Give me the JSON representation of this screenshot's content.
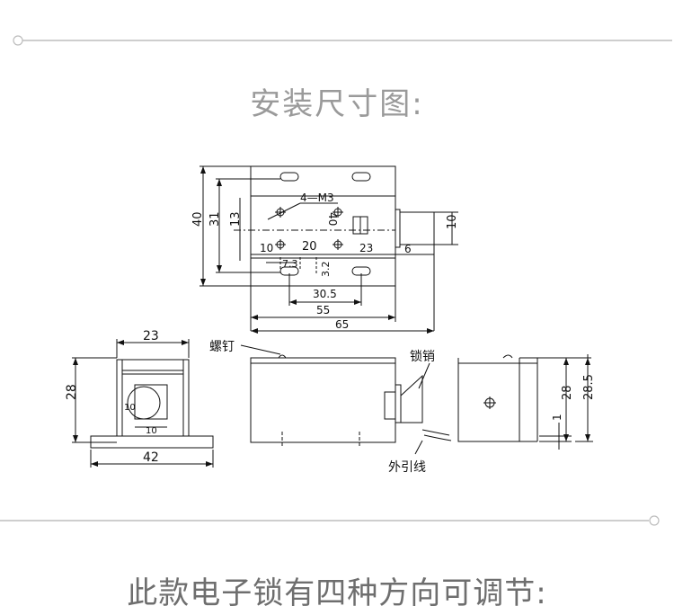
{
  "headings": {
    "install_title": "安装尺寸图:",
    "direction_title": "此款电子锁有四种方向可调节:"
  },
  "top_view": {
    "dims": {
      "h40": "40",
      "h31": "31",
      "h13": "13",
      "w10": "10",
      "w20": "20",
      "w23": "23",
      "w6": "6",
      "h10": "10",
      "w7_3": "7.3",
      "h3_2": "3.2",
      "w30_5": "30.5",
      "w55": "55",
      "w65": "65"
    },
    "notes": {
      "m3": "4—M3",
      "forty": "40"
    }
  },
  "left_view": {
    "dims": {
      "w23": "23",
      "h28": "28",
      "w42": "42",
      "d10v": "10",
      "d10h": "10"
    }
  },
  "side_view": {
    "labels": {
      "screw": "螺钉",
      "latch": "锁销",
      "wire": "外引线"
    }
  },
  "right_view": {
    "dims": {
      "h28": "28",
      "h28_5": "28.5",
      "h1": "1"
    }
  },
  "colors": {
    "line": "#111111",
    "divider": "#bdbdbd",
    "heading": "#9a9a9a",
    "heading2": "#6e6e6e"
  }
}
